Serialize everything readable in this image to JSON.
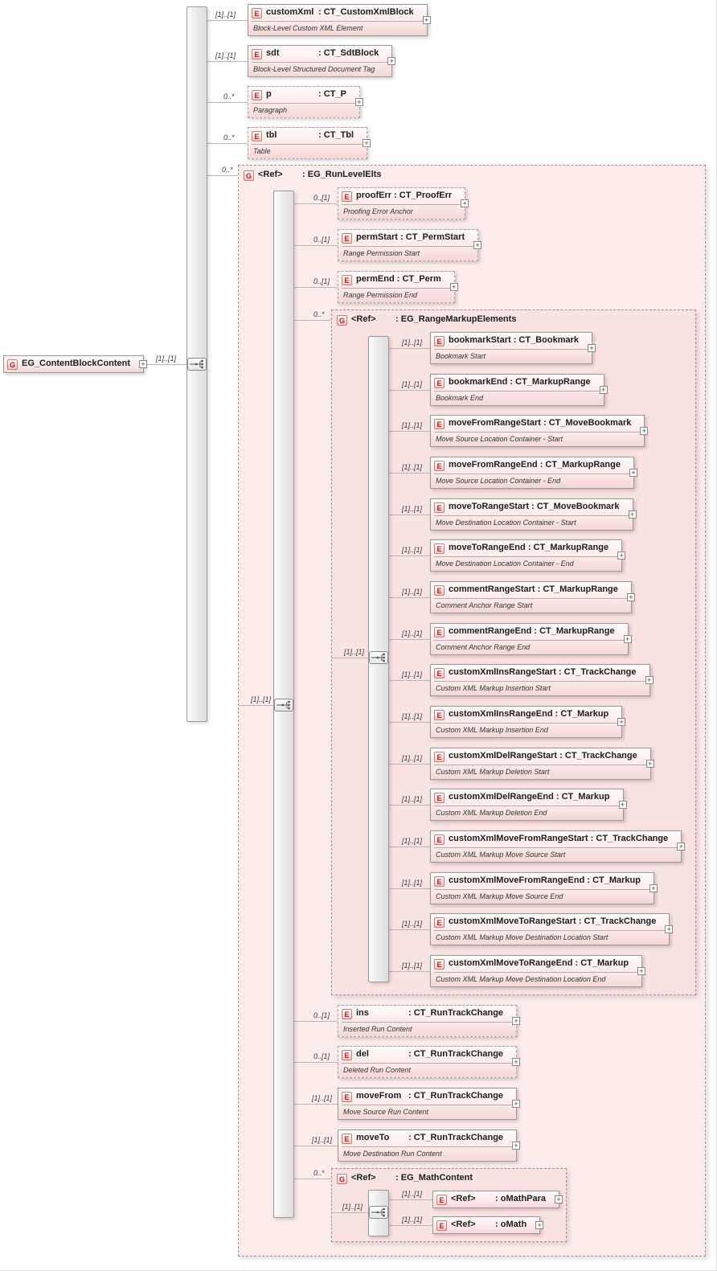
{
  "sep": " : ",
  "plus": "+",
  "badges": {
    "element": "E",
    "group": "G"
  },
  "root": {
    "card": "[1]..[1]",
    "name": "EG_ContentBlockContent"
  },
  "top_children": [
    {
      "card": "[1]..[1]",
      "name": "customXml",
      "type": "CT_CustomXmlBlock",
      "desc": "Block-Level Custom XML Element"
    },
    {
      "card": "[1]..[1]",
      "name": "sdt",
      "type": "CT_SdtBlock",
      "desc": "Block-Level Structured Document Tag"
    },
    {
      "card": "0..*",
      "name": "p",
      "type": "CT_P",
      "desc": "Paragraph"
    },
    {
      "card": "0..*",
      "name": "tbl",
      "type": "CT_Tbl",
      "desc": "Table"
    }
  ],
  "run_level": {
    "card": "0..*",
    "name": "<Ref>",
    "type": "EG_RunLevelElts",
    "inner_card": "[1]..[1]",
    "children": [
      {
        "card": "0..[1]",
        "name": "proofErr",
        "type": "CT_ProofErr",
        "desc": "Proofing Error Anchor"
      },
      {
        "card": "0..[1]",
        "name": "permStart",
        "type": "CT_PermStart",
        "desc": "Range Permission Start"
      },
      {
        "card": "0..[1]",
        "name": "permEnd",
        "type": "CT_Perm",
        "desc": "Range Permission End"
      },
      {
        "card": "0..[1]",
        "name": "ins",
        "type": "CT_RunTrackChange",
        "desc": "Inserted Run Content"
      },
      {
        "card": "0..[1]",
        "name": "del",
        "type": "CT_RunTrackChange",
        "desc": "Deleted Run Content"
      },
      {
        "card": "[1]..[1]",
        "name": "moveFrom",
        "type": "CT_RunTrackChange",
        "desc": "Move Source Run Content"
      },
      {
        "card": "[1]..[1]",
        "name": "moveTo",
        "type": "CT_RunTrackChange",
        "desc": "Move Destination Run Content"
      }
    ]
  },
  "range_markup": {
    "card": "0..*",
    "name": "<Ref>",
    "type": "EG_RangeMarkupElements",
    "inner_card": "[1]..[1]",
    "children": [
      {
        "card": "[1]..[1]",
        "name": "bookmarkStart",
        "type": "CT_Bookmark",
        "desc": "Bookmark Start"
      },
      {
        "card": "[1]..[1]",
        "name": "bookmarkEnd",
        "type": "CT_MarkupRange",
        "desc": "Bookmark End"
      },
      {
        "card": "[1]..[1]",
        "name": "moveFromRangeStart",
        "type": "CT_MoveBookmark",
        "desc": "Move Source Location Container - Start"
      },
      {
        "card": "[1]..[1]",
        "name": "moveFromRangeEnd",
        "type": "CT_MarkupRange",
        "desc": "Move Source Location Container - End"
      },
      {
        "card": "[1]..[1]",
        "name": "moveToRangeStart",
        "type": "CT_MoveBookmark",
        "desc": "Move Destination Location Container - Start"
      },
      {
        "card": "[1]..[1]",
        "name": "moveToRangeEnd",
        "type": "CT_MarkupRange",
        "desc": "Move Destination Location Container - End"
      },
      {
        "card": "[1]..[1]",
        "name": "commentRangeStart",
        "type": "CT_MarkupRange",
        "desc": "Comment Anchor Range Start"
      },
      {
        "card": "[1]..[1]",
        "name": "commentRangeEnd",
        "type": "CT_MarkupRange",
        "desc": "Comment Anchor Range End"
      },
      {
        "card": "[1]..[1]",
        "name": "customXmlInsRangeStart",
        "type": "CT_TrackChange",
        "desc": "Custom XML Markup Insertion Start"
      },
      {
        "card": "[1]..[1]",
        "name": "customXmlInsRangeEnd",
        "type": "CT_Markup",
        "desc": "Custom XML Markup Insertion End"
      },
      {
        "card": "[1]..[1]",
        "name": "customXmlDelRangeStart",
        "type": "CT_TrackChange",
        "desc": "Custom XML Markup Deletion Start"
      },
      {
        "card": "[1]..[1]",
        "name": "customXmlDelRangeEnd",
        "type": "CT_Markup",
        "desc": "Custom XML Markup Deletion End"
      },
      {
        "card": "[1]..[1]",
        "name": "customXmlMoveFromRangeStart",
        "type": "CT_TrackChange",
        "desc": "Custom XML Markup Move Source Start"
      },
      {
        "card": "[1]..[1]",
        "name": "customXmlMoveFromRangeEnd",
        "type": "CT_Markup",
        "desc": "Custom XML Markup Move Source End"
      },
      {
        "card": "[1]..[1]",
        "name": "customXmlMoveToRangeStart",
        "type": "CT_TrackChange",
        "desc": "Custom XML Markup Move Destination Location Start"
      },
      {
        "card": "[1]..[1]",
        "name": "customXmlMoveToRangeEnd",
        "type": "CT_Markup",
        "desc": "Custom XML Markup Move Destination Location End"
      }
    ]
  },
  "math": {
    "card": "0..*",
    "name": "<Ref>",
    "type": "EG_MathContent",
    "inner_card": "[1]..[1]",
    "children": [
      {
        "card": "[1]..[1]",
        "name": "<Ref>",
        "type": "oMathPara"
      },
      {
        "card": "[1]..[1]",
        "name": "<Ref>",
        "type": "oMath"
      }
    ]
  }
}
